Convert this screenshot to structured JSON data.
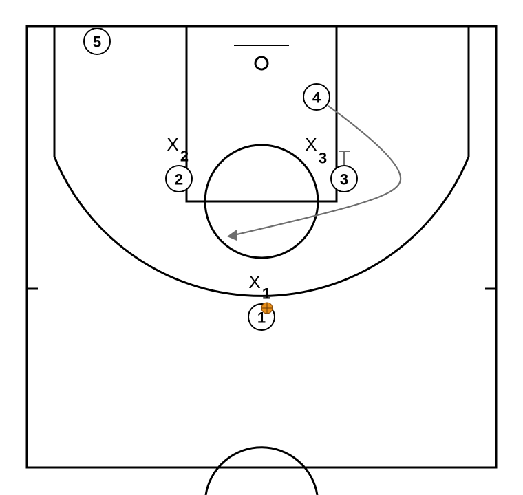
{
  "colors": {
    "court_lines": "#000000",
    "background": "#ffffff",
    "movement": "#6e6e6e",
    "ball": "#e8901c"
  },
  "offense": [
    {
      "number": "1",
      "has_ball": true
    },
    {
      "number": "2"
    },
    {
      "number": "3"
    },
    {
      "number": "4"
    },
    {
      "number": "5"
    }
  ],
  "defense": [
    {
      "letter": "X",
      "sub": "1"
    },
    {
      "letter": "X",
      "sub": "2"
    },
    {
      "letter": "X",
      "sub": "3"
    }
  ],
  "actions": [
    {
      "type": "screen",
      "by": "3"
    },
    {
      "type": "cut",
      "player": "4",
      "arrow": true
    }
  ]
}
